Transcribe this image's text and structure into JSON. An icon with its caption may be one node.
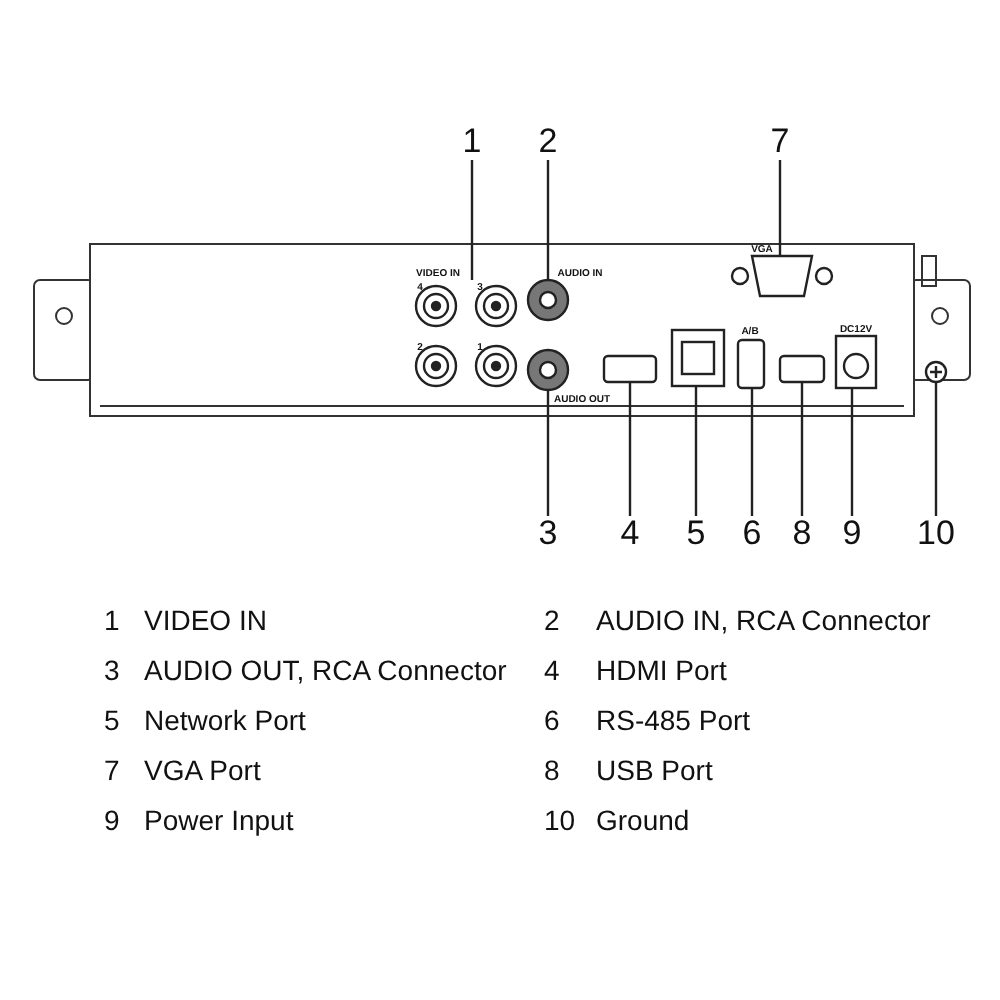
{
  "diagram": {
    "nodes": [
      {
        "text": [
          "1"
        ]
      },
      {
        "text": [
          "2"
        ]
      },
      {
        "text": [
          "7"
        ]
      },
      {
        "text": [
          "3"
        ]
      },
      {
        "text": [
          "4"
        ]
      },
      {
        "text": [
          "5"
        ]
      },
      {
        "text": [
          "6"
        ]
      },
      {
        "text": [
          "8"
        ]
      },
      {
        "text": [
          "9"
        ]
      },
      {
        "text": [
          "10"
        ]
      },
      {
        "text": [],
        "shape": "circle"
      },
      {
        "text": [],
        "shape": "circle"
      },
      {
        "text": [],
        "shape": "box"
      },
      {
        "text": [],
        "shape": "circle"
      },
      {
        "text": [],
        "shape": "box"
      },
      {
        "text": [],
        "shape": "box"
      },
      {
        "text": [],
        "shape": "box"
      },
      {
        "text": [],
        "shape": "box"
      },
      {
        "text": [],
        "shape": "box"
      },
      {
        "text": [],
        "shape": "circle"
      }
    ],
    "edges": [
      {
        "from": 0,
        "to": 10,
        "arrow": "none"
      },
      {
        "from": 1,
        "to": 11,
        "arrow": "none"
      },
      {
        "from": 2,
        "to": 12,
        "arrow": "none"
      },
      {
        "from": 3,
        "to": 13,
        "arrow": "none"
      },
      {
        "from": 4,
        "to": 14,
        "arrow": "none"
      },
      {
        "from": 5,
        "to": 15,
        "arrow": "none"
      },
      {
        "from": 6,
        "to": 16,
        "arrow": "none"
      },
      {
        "from": 7,
        "to": 17,
        "arrow": "none"
      },
      {
        "from": 8,
        "to": 18,
        "arrow": "none"
      },
      {
        "from": 9,
        "to": 19,
        "arrow": "none"
      }
    ],
    "labels": [
      "VIDEO IN",
      "AUDIO IN",
      "VGA",
      "4",
      "3",
      "A/B",
      "DC12V",
      "2",
      "1",
      "AUDIO OUT",
      "1",
      "VIDEO IN",
      "2",
      "AUDIO IN, RCA Connector",
      "3",
      "AUDIO OUT, RCA Connector",
      "4",
      "HDMI Port",
      "5",
      "Network Port",
      "6",
      "RS-485 Port",
      "7",
      "VGA Port",
      "8",
      "USB Port",
      "9",
      "Power Input",
      "10",
      "Ground"
    ]
  }
}
